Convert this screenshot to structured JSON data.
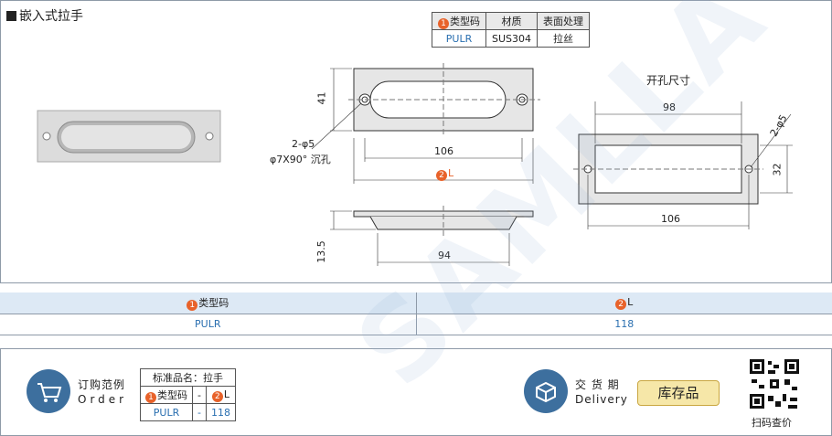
{
  "title": "嵌入式拉手",
  "spec_table": {
    "headers": [
      "类型码",
      "材质",
      "表面处理"
    ],
    "row": [
      "PULR",
      "SUS304",
      "拉丝"
    ]
  },
  "drawing": {
    "dim_41": "41",
    "dim_106_front": "106",
    "dim_l": "L",
    "hole_note_1": "2-φ5",
    "hole_note_2": "φ7X90° 沉孔",
    "dim_13_5": "13.5",
    "dim_94": "94",
    "cutout_title": "开孔尺寸",
    "dim_98": "98",
    "dim_2phi5": "2-φ5",
    "dim_32": "32",
    "dim_106_cut": "106"
  },
  "size_table": {
    "headers": [
      "类型码",
      "L"
    ],
    "row": [
      "PULR",
      "118"
    ]
  },
  "order": {
    "label_cn": "订购范例",
    "label_en": "Order",
    "table_title": "标准品名：拉手",
    "headers": [
      "类型码",
      "-",
      "L"
    ],
    "row": [
      "PULR",
      "-",
      "118"
    ]
  },
  "delivery": {
    "label_cn": "交 货 期",
    "label_en": "Delivery",
    "stock": "库存品"
  },
  "qr": {
    "caption": "扫码查价"
  },
  "icons": [
    "cart-icon",
    "box-icon",
    "qr-code-icon"
  ]
}
